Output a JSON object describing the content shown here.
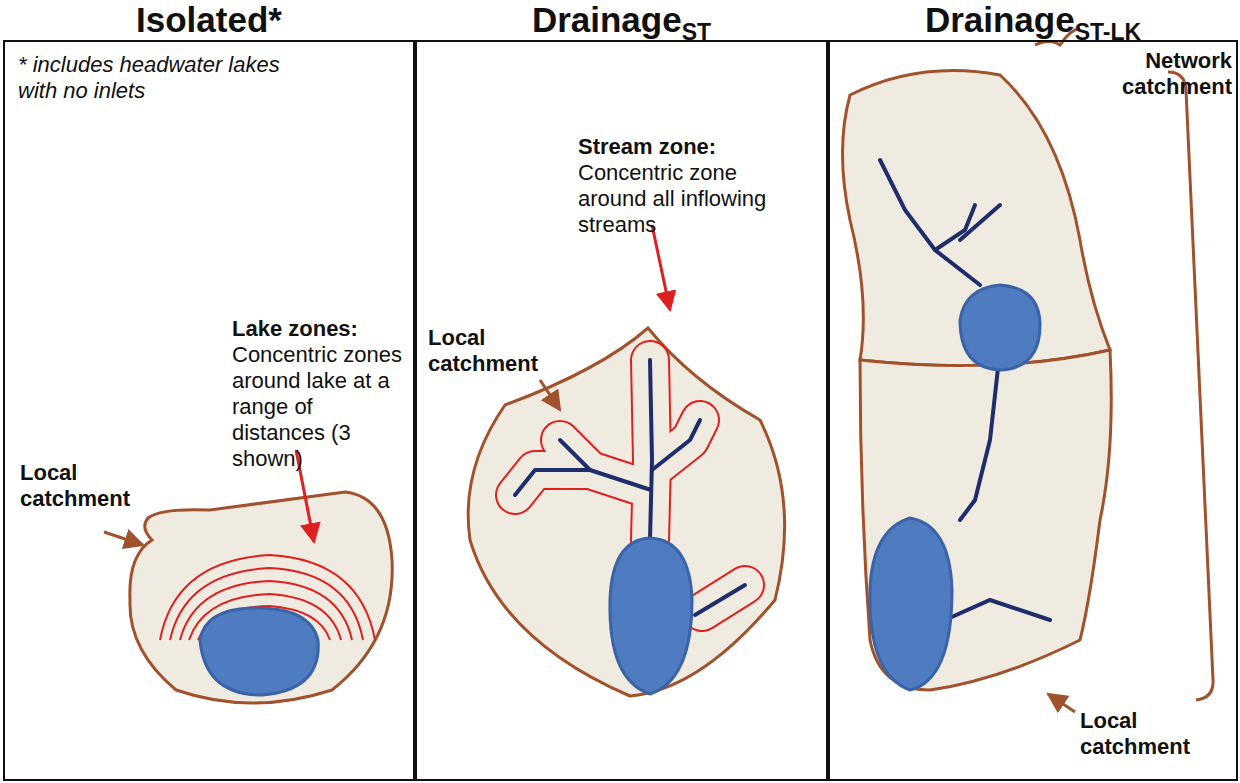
{
  "diagram": {
    "nodes": [
      {
        "text": [
          "Isolated*"
        ]
      },
      {
        "text": [
          "Drainage",
          "ST"
        ]
      },
      {
        "text": [
          "Drainage",
          "ST-LK"
        ]
      }
    ],
    "labels": [
      "* includes headwater lakes with no inlets",
      "Lake zones:",
      "Concentric zones around lake at a range of distances (3 shown)",
      "Local catchment",
      "Stream zone:",
      "Concentric zone around all inflowing streams",
      "Local catchment",
      "Network catchment",
      "Local catchment"
    ]
  }
}
